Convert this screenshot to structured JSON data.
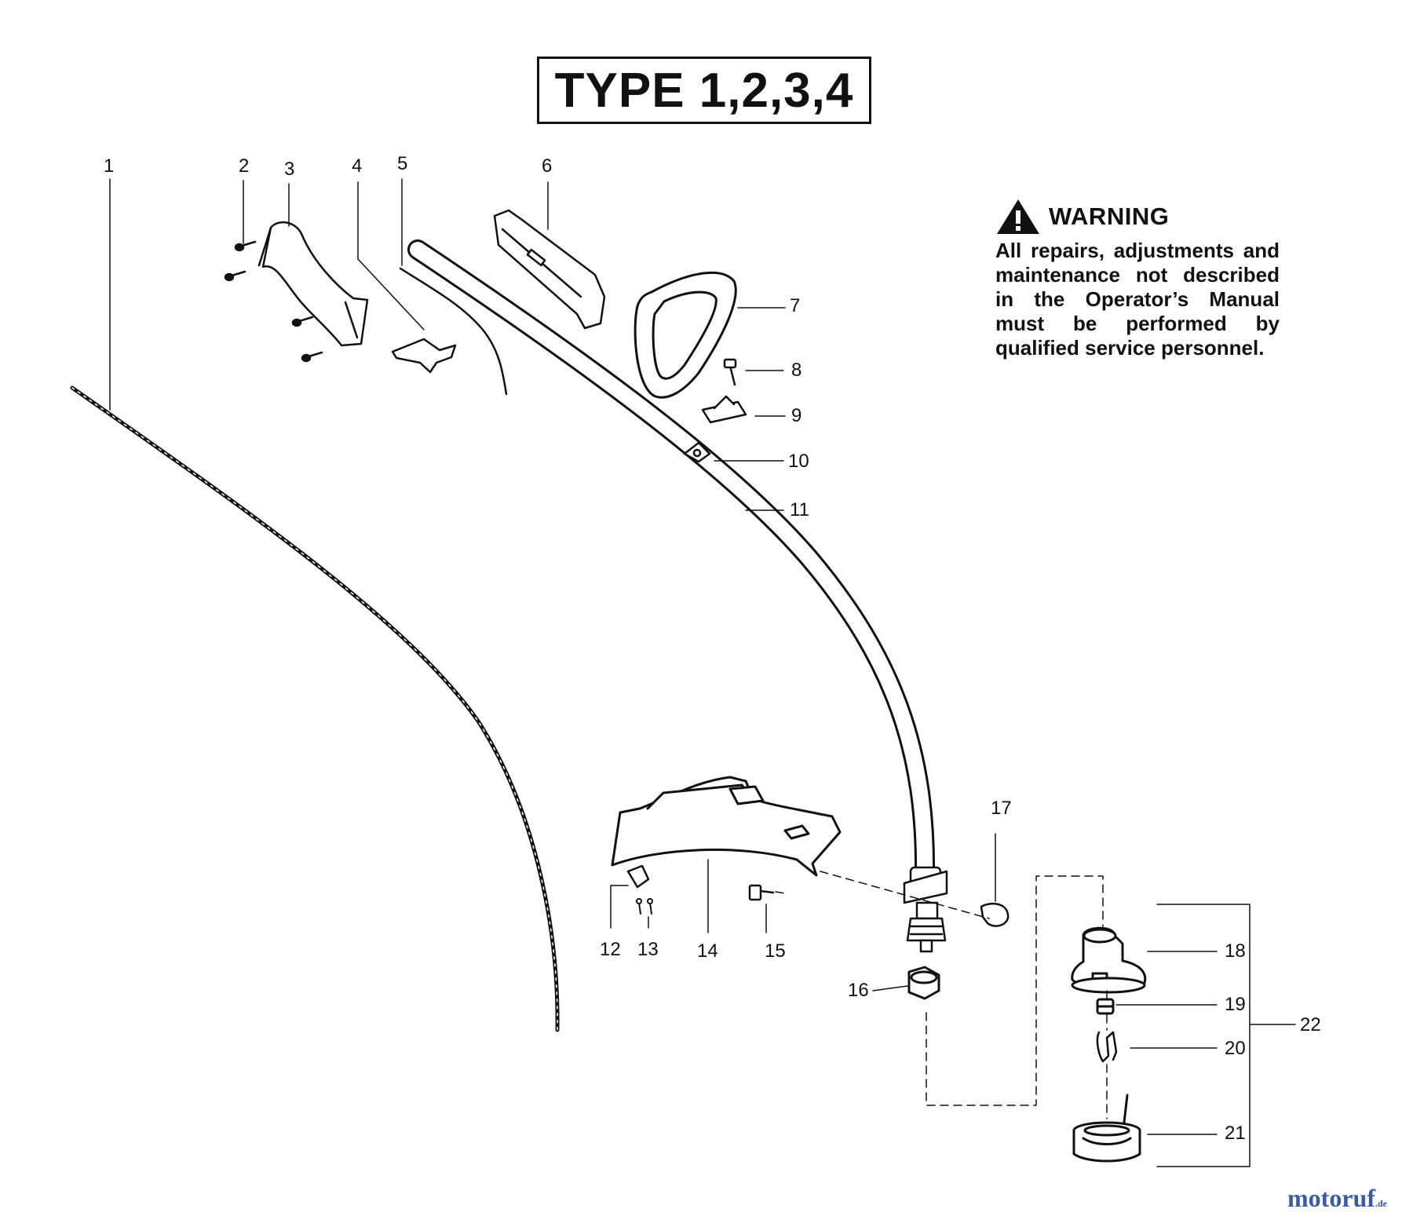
{
  "title": "TYPE 1,2,3,4",
  "warning": {
    "heading": "WARNING",
    "icon": "warning-triangle-icon",
    "text": "All repairs, adjustments and maintenance not described in the Operator’s Manual must be performed by qualified service personnel."
  },
  "callouts": [
    "1",
    "2",
    "3",
    "4",
    "5",
    "6",
    "7",
    "8",
    "9",
    "10",
    "11",
    "12",
    "13",
    "14",
    "15",
    "16",
    "17",
    "18",
    "19",
    "20",
    "21",
    "22"
  ],
  "watermark": {
    "name": "motoruf",
    "suffix": ".de"
  }
}
